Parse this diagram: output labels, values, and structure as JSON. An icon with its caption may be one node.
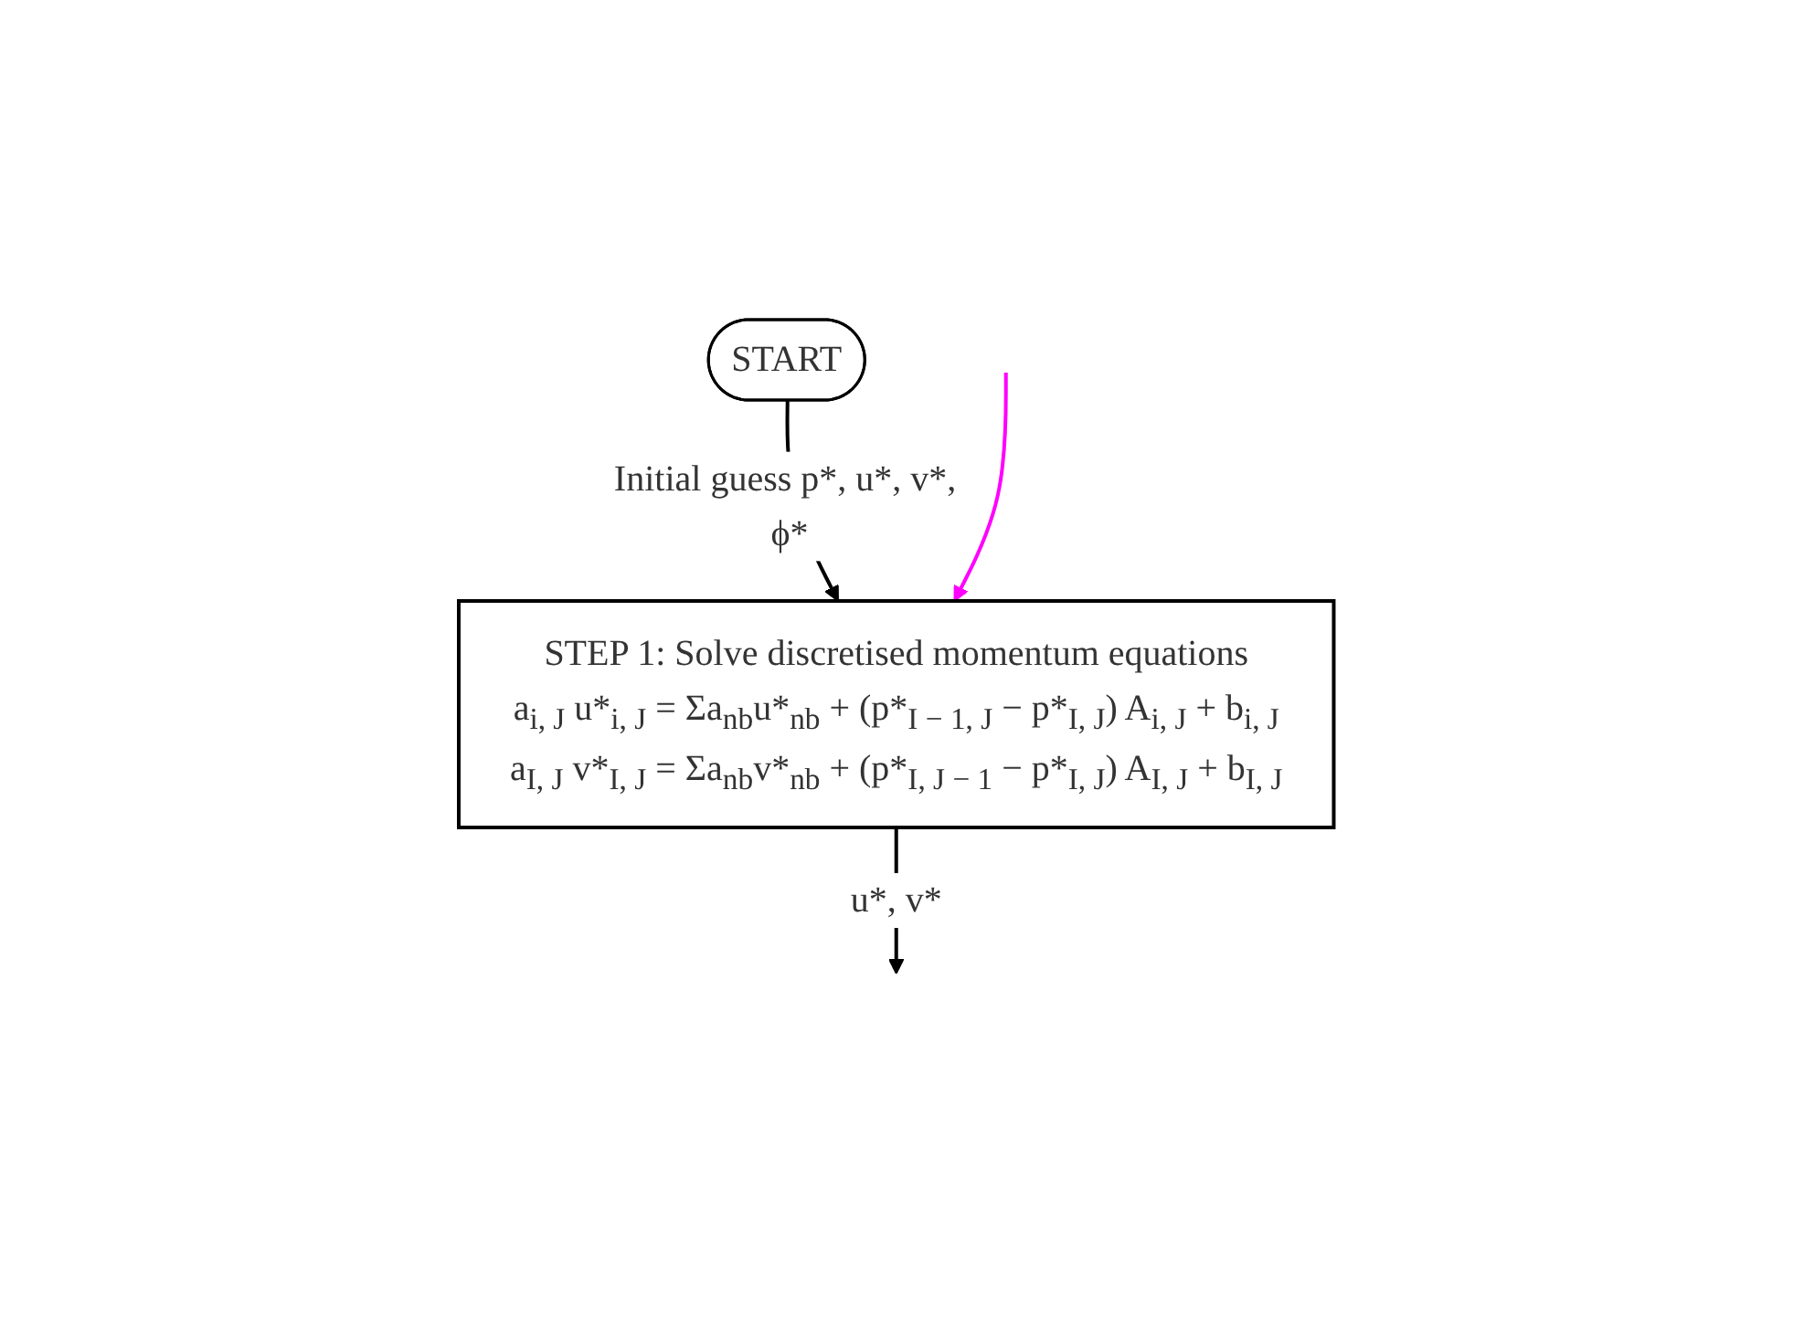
{
  "diagram": {
    "nodes": [
      {
        "text": [
          "START"
        ]
      },
      {
        "text": [
          "STEP 1: Solve discretised momentum equations",
          "a$_{i, J}$ u*$_{i, J}$ = Σa$_{nb}$u*$_{nb}$ + (p*$_{I − 1, J}$ − p*$_{I, J}$) A$_{i, J}$ + b$_{i, J}$",
          "a$_{I, J}$ v*$_{I, J}$ = Σa$_{nb}$v*$_{nb}$ + (p*$_{I, J − 1}$ − p*$_{I, J}$) A$_{I, J}$ + b$_{I, J}$"
        ]
      }
    ],
    "edges": [
      {
        "from": 0,
        "to": 1,
        "arrow": "to",
        "label": "Initial guess p*, u*, v*, ϕ*"
      },
      {
        "from": 1,
        "to": null,
        "arrow": "to",
        "label": "u*, v*"
      },
      {
        "from": null,
        "to": 1,
        "arrow": "to",
        "color": "#ff00ff"
      }
    ]
  }
}
